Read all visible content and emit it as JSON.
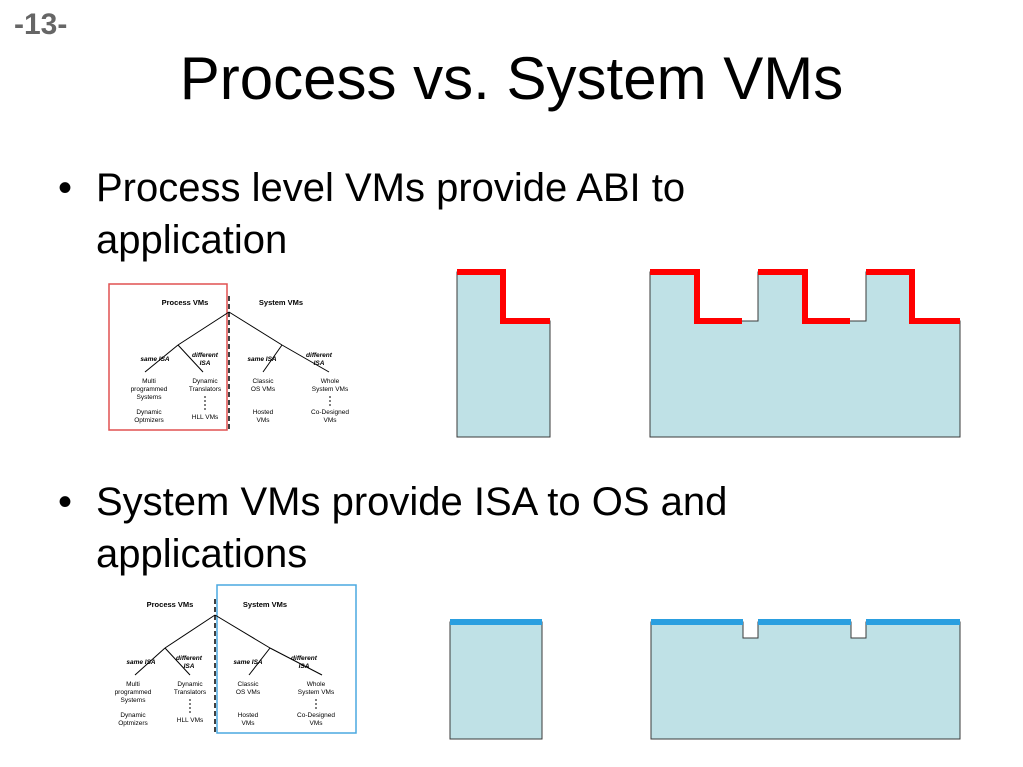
{
  "slide_number": "-13-",
  "title": "Process vs. System VMs",
  "bullets": [
    "Process level VMs provide ABI to application",
    "System VMs provide ISA to OS and applications"
  ],
  "taxonomy": {
    "process_vms": "Process VMs",
    "system_vms": "System VMs",
    "same_isa": "same ISA",
    "different_isa": [
      "different",
      "ISA"
    ],
    "multiprogrammed": [
      "Multi",
      "programmed",
      "Systems"
    ],
    "dynamic_optimizers": [
      "Dynamic",
      "Optmizers"
    ],
    "dynamic_translators": [
      "Dynamic",
      "Translators"
    ],
    "hll_vms": "HLL VMs",
    "classic_os_vms": [
      "Classic",
      "OS VMs"
    ],
    "hosted_vms": [
      "Hosted",
      "VMs"
    ],
    "whole_system_vms": [
      "Whole",
      "System VMs"
    ],
    "codesigned_vms": [
      "Co-Designed",
      "VMs"
    ]
  },
  "colors": {
    "process_highlight": "#ff0000",
    "system_highlight": "#2a9fe0",
    "block_fill": "#bfe1e6"
  }
}
